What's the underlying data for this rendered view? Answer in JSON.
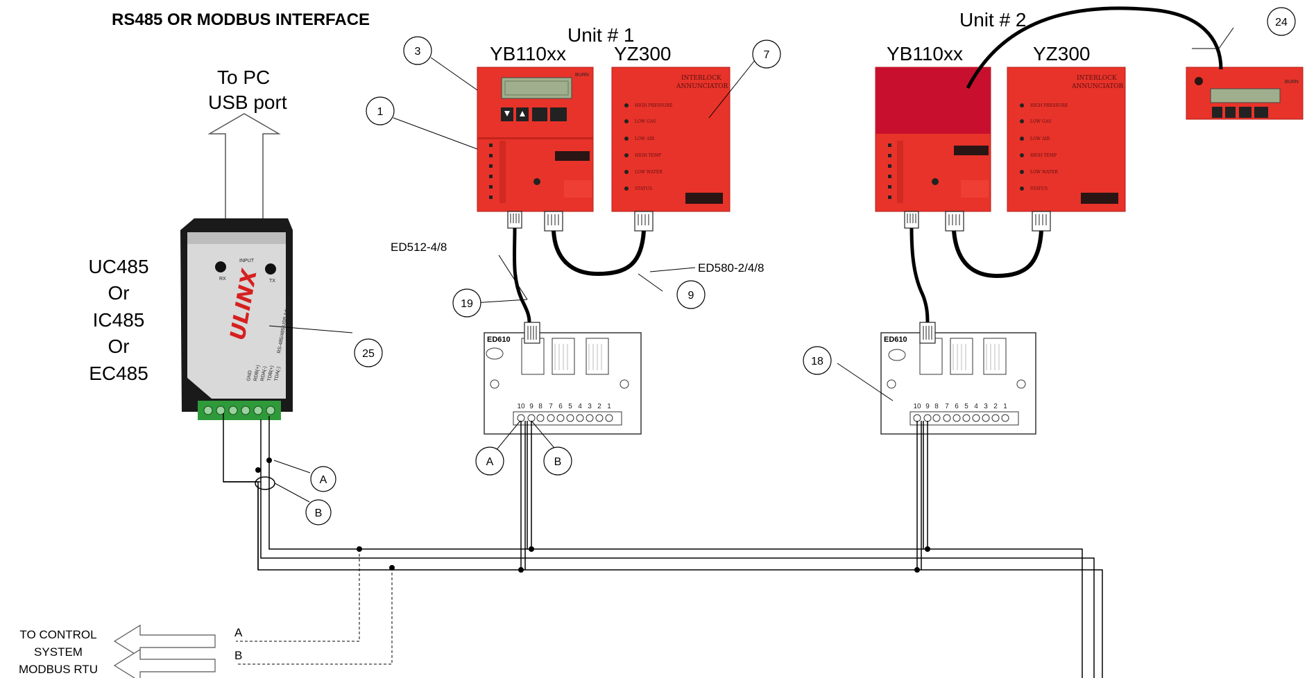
{
  "title": "RS485 OR MODBUS INTERFACE",
  "usb": {
    "line1": "To  PC",
    "line2": "USB port"
  },
  "converter": {
    "options": [
      "UC485",
      "Or",
      "IC485",
      "Or",
      "EC485"
    ],
    "brand": "ULINX",
    "module_text": "RS-485/485 USB Adapter",
    "pins": [
      "TDA(-)",
      "TDB(+)",
      "RDA(-)",
      "RDB(+)",
      "GND"
    ],
    "leds": [
      "RX",
      "TX"
    ],
    "led_label": "INPUT"
  },
  "units": [
    {
      "title": "Unit # 1",
      "left_model": "YB110xx",
      "right_model": "YZ300"
    },
    {
      "title": "Unit # 2",
      "left_model": "YB110xx",
      "right_model": "YZ300"
    }
  ],
  "yz300": {
    "header": [
      "INTERLOCK",
      "ANNUNCIATOR"
    ],
    "rows": [
      "HIGH PRESSURE",
      "LOW GAS",
      "LOW AIR",
      "HIGH TEMP",
      "LOW WATER",
      "STATUS"
    ]
  },
  "display_brand": "BURN",
  "cables": {
    "ed512": "ED512-4/8",
    "ed580": "ED580-2/4/8"
  },
  "ed610": {
    "label": "ED610",
    "terminals": [
      "10",
      "9",
      "8",
      "7",
      "6",
      "5",
      "4",
      "3",
      "2",
      "1"
    ]
  },
  "callouts": {
    "c1": "1",
    "c3": "3",
    "c7": "7",
    "c9": "9",
    "c18": "18",
    "c19": "19",
    "c24": "24",
    "c25": "25"
  },
  "ab_labels": {
    "a": "A",
    "b": "B"
  },
  "control": {
    "line1": "TO CONTROL",
    "line2": "SYSTEM",
    "line3": "MODBUS RTU",
    "a": "A",
    "b": "B"
  },
  "colors": {
    "device_red": "#e8332a",
    "device_dark_red": "#c8102e",
    "cable": "#000000",
    "module_black": "#1a1a1a",
    "module_silver": "#d9d9d9",
    "terminal_green": "#2e9a3a",
    "lcd": "#9fae8c"
  }
}
